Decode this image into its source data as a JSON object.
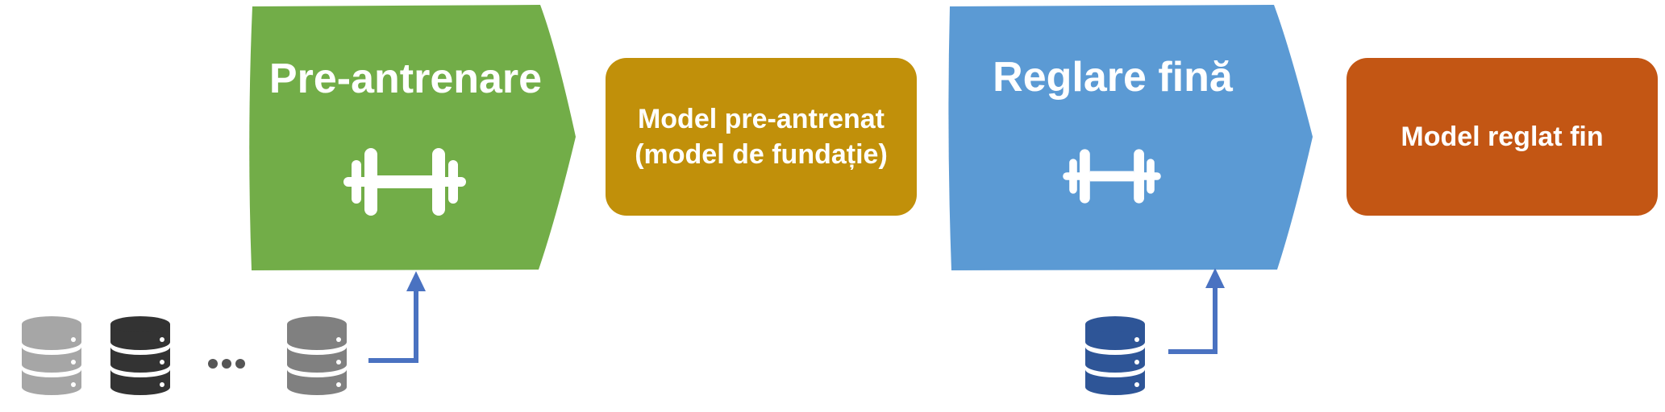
{
  "stages": {
    "pretraining": {
      "title": "Pre-antrenare",
      "color": "#72ad48",
      "icon": "dumbbell-icon"
    },
    "foundation_model": {
      "line1": "Model pre-antrenat",
      "line2": "(model de fundație)",
      "color": "#c1900a"
    },
    "finetuning": {
      "title": "Reglare fină",
      "color": "#5b9ad4",
      "icon": "dumbbell-icon"
    },
    "finetuned_model": {
      "label": "Model reglat fin",
      "color": "#c35614"
    }
  },
  "datasets": {
    "pretraining": [
      {
        "icon": "database-icon",
        "color": "#a6a6a6"
      },
      {
        "icon": "database-icon",
        "color": "#333333"
      },
      {
        "icon": "ellipsis-icon",
        "color": "#555555"
      },
      {
        "icon": "database-icon",
        "color": "#808080"
      }
    ],
    "finetuning": [
      {
        "icon": "database-icon",
        "color": "#2e5597"
      }
    ]
  },
  "arrow_color": "#4a72c1"
}
